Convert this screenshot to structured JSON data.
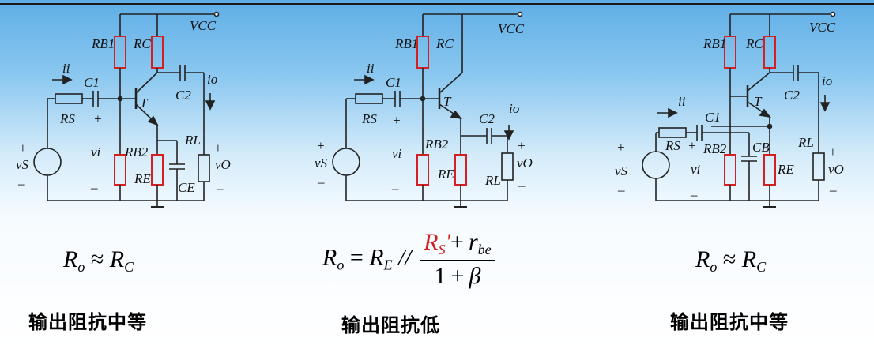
{
  "circuits": [
    {
      "vcc": "VCC",
      "rb1": "RB1",
      "rc": "RC",
      "c1": "C1",
      "c2": "C2",
      "t": "T",
      "ii": "ii",
      "io": "io",
      "rs": "RS",
      "vs": "vS",
      "vi": "vi",
      "rb2": "RB2",
      "re": "RE",
      "rl": "RL",
      "ce": "CE",
      "vo": "vO",
      "plus": "+",
      "minus": "–"
    },
    {
      "vcc": "VCC",
      "rb1": "RB1",
      "rc": "RC",
      "c1": "C1",
      "c2": "C2",
      "t": "T",
      "ii": "ii",
      "io": "io",
      "rs": "RS",
      "vs": "vS",
      "vi": "vi",
      "rb2": "RB2",
      "re": "RE",
      "rl": "RL",
      "vo": "vO",
      "plus": "+",
      "minus": "–"
    },
    {
      "vcc": "VCC",
      "rb1": "RB1",
      "rc": "RC",
      "c1": "C1",
      "c2": "C2",
      "t": "T",
      "ii": "ii",
      "io": "io",
      "rs": "RS",
      "vs": "vS",
      "vi": "vi",
      "rb2": "RB2",
      "cb": "CB",
      "re": "RE",
      "rl": "RL",
      "vo": "vO",
      "plus": "+",
      "minus": "–"
    }
  ],
  "formulas": {
    "f1": {
      "lhs": "R",
      "lhs_sub": "o",
      "op": "≈",
      "rhs": "R",
      "rhs_sub": "C"
    },
    "f2": {
      "lhs": "R",
      "lhs_sub": "o",
      "eq": "=",
      "re": "R",
      "re_sub": "E",
      "par": "//",
      "num_rs": "R",
      "num_rs_sub": "S",
      "num_prime": "'",
      "num_plus": "+",
      "num_r": "r",
      "num_r_sub": "be",
      "den_one": "1",
      "den_plus": "+",
      "den_beta": "β"
    },
    "f3": {
      "lhs": "R",
      "lhs_sub": "o",
      "op": "≈",
      "rhs": "R",
      "rhs_sub": "C"
    }
  },
  "captions": {
    "c1": "输出阻抗中等",
    "c2": "输出阻抗低",
    "c3": "输出阻抗中等"
  },
  "colors": {
    "resistor": "#d42020",
    "wire": "#222222",
    "highlight": "#d42020"
  }
}
